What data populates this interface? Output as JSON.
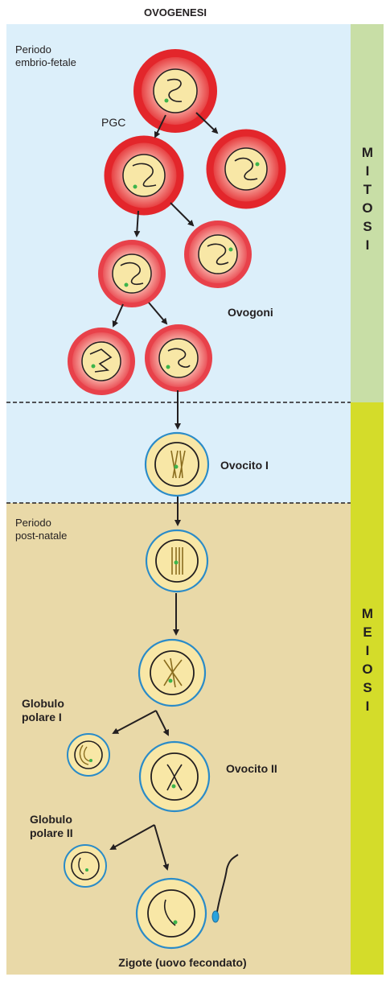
{
  "title": "OVOGENESI",
  "labels": {
    "period_embryo_line1": "Periodo",
    "period_embryo_line2": "embrio-fetale",
    "pgc": "PGC",
    "ovogoni": "Ovogoni",
    "ovocito_1": "Ovocito I",
    "period_post_line1": "Periodo",
    "period_post_line2": "post-natale",
    "globulo_1_line1": "Globulo",
    "globulo_1_line2": "polare I",
    "ovocito_2": "Ovocito II",
    "globulo_2_line1": "Globulo",
    "globulo_2_line2": "polare II",
    "zigote": "Zigote (uovo fecondato)"
  },
  "phases": {
    "mitosi": [
      "M",
      "I",
      "T",
      "O",
      "S",
      "I"
    ],
    "meiosi": [
      "M",
      "E",
      "I",
      "O",
      "S",
      "I"
    ]
  },
  "colors": {
    "mitosis_zone": "#dceffa",
    "meiosis_zone": "#e9d9a8",
    "mitosis_band": "#c8dea6",
    "meiosis_band": "#d4dc2a",
    "germ_cell_halo": "#e3262b",
    "oocyte_membrane": "#2a8bc8",
    "cytoplasm": "#f8e7a6",
    "chromosome_marker": "#3cb44b"
  }
}
